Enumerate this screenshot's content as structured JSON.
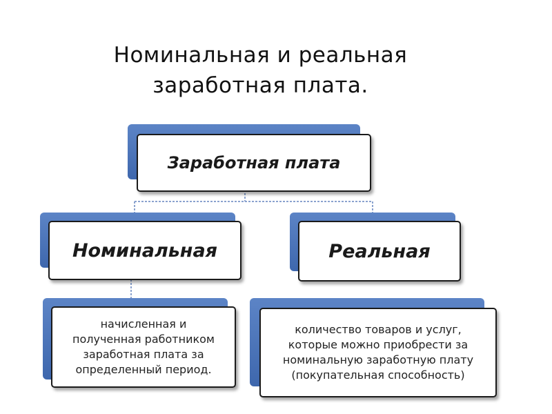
{
  "title": {
    "line1": "Номинальная и реальная",
    "line2": "заработная плата."
  },
  "diagram": {
    "root": {
      "label": "Заработная плата"
    },
    "nominal": {
      "label": "Номинальная",
      "description": [
        "начисленная и",
        "полученная работником",
        "заработная плата за",
        "определенный период."
      ]
    },
    "real": {
      "label": "Реальная",
      "description": [
        "количество товаров и услуг,",
        "которые можно приобрести за",
        "номинальную заработную плату",
        "(покупательная способность)"
      ]
    }
  },
  "colors": {
    "shadow_blue": "#4a72b8",
    "connector": "#8ba3cf",
    "border": "#1a1a1a"
  }
}
